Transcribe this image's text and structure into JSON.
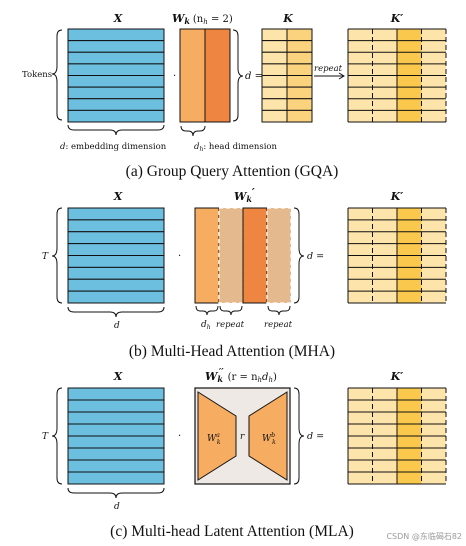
{
  "colors": {
    "blue": "#6cbfdf",
    "orange_light": "#f6ad62",
    "orange_dark": "#ee8642",
    "orange_faded": "#e4b98d",
    "k_light": "#fde4aa",
    "k_mid": "#fbd27e",
    "k_bright": "#f9c84d",
    "gray_box": "#efe9e5"
  },
  "gqa": {
    "x_label": "X",
    "w_label": "W",
    "w_sub": "k",
    "w_paren": "(n",
    "w_paren_sub": "h",
    "w_paren_end": " = 2)",
    "k_label": "K",
    "kp_label": "K′",
    "tokens_label": "Tokens",
    "dot": "·",
    "d_eq": "d =",
    "repeat_label": "repeat",
    "embed_label_d": "d",
    "embed_label_rest": ": embedding dimension",
    "head_label_d": "d",
    "head_label_sub": "h",
    "head_label_rest": ": head dimension",
    "caption": "(a) Group Query Attention (GQA)"
  },
  "mha": {
    "x_label": "X",
    "w_label": "W",
    "w_sub": "k",
    "w_prime": "′",
    "kp_label": "K′",
    "t_label": "T",
    "dot": "·",
    "d_label": "d",
    "d_eq": "d  =",
    "dh_d": "d",
    "dh_sub": "h",
    "repeat1": "repeat",
    "repeat2": "repeat",
    "caption": "(b) Multi-Head Attention (MHA)"
  },
  "mla": {
    "x_label": "X",
    "w_label": "W",
    "w_sub": "k",
    "w_sup": "′′",
    "w_paren": "(r = n",
    "w_paren_sub": "h",
    "w_paren_d": "d",
    "w_paren_sub2": "h",
    "w_paren_end": ")",
    "kp_label": "K′",
    "t_label": "T",
    "dot": "·",
    "d_label": "d",
    "d_eq": "d =",
    "wa_label": "W",
    "wa_sub": "k",
    "wa_sup": "a",
    "wb_label": "W",
    "wb_sub": "k",
    "wb_sup": "b",
    "r_label": "r",
    "caption": "(c) Multi-head Latent Attention (MLA)"
  },
  "watermark": "CSDN @东临碣石82"
}
